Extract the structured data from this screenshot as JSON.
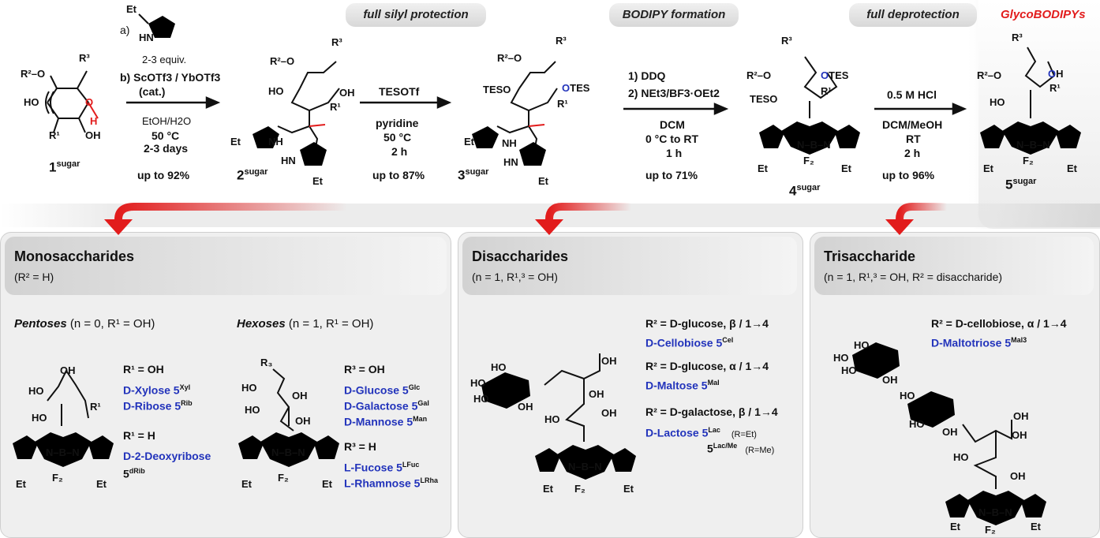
{
  "reaction": {
    "labels": {
      "pill1": "full silyl protection",
      "pill2": "BODIPY formation",
      "pill3": "full deprotection",
      "brand": "GlycoBODIPYs"
    },
    "compounds": {
      "c1": "1",
      "c2": "2",
      "c3": "3",
      "c4": "4",
      "c5": "5",
      "sup": "sugar"
    },
    "step1": {
      "a": "a)",
      "equiv": "2-3 equiv.",
      "b": "b) ScOTf3 / YbOTf3",
      "cat": "(cat.)",
      "solvent": "EtOH/H2O",
      "temp": "50 °C",
      "time": "2-3 days",
      "yield": "up to 92%"
    },
    "step2": {
      "reagent": "TESOTf",
      "solvent": "pyridine",
      "temp": "50 °C",
      "time": "2 h",
      "yield": "up to 87%"
    },
    "step3": {
      "r1": "1) DDQ",
      "r2": "2) NEt3/BF3·OEt2",
      "solvent": "DCM",
      "temp": "0 °C to RT",
      "time": "1 h",
      "yield": "up to 71%"
    },
    "step4": {
      "reagent": "0.5 M HCl",
      "solvent": "DCM/MeOH",
      "temp": "RT",
      "time": "2 h",
      "yield": "up to 96%"
    }
  },
  "panels": {
    "mono": {
      "title": "Monosaccharides",
      "subtitle": "(R² = H)",
      "pentoses": {
        "head": "Pentoses",
        "cond": "(n = 0, R¹ = OH)",
        "g1": "R¹ = OH",
        "xylose": "D-Xylose 5",
        "xylose_sup": "Xyl",
        "ribose": "D-Ribose 5",
        "ribose_sup": "Rib",
        "g2": "R¹ = H",
        "deoxy": "D-2-Deoxyribose",
        "deoxy_id": "5",
        "deoxy_sup": "dRib"
      },
      "hexoses": {
        "head": "Hexoses",
        "cond": "(n = 1, R¹ = OH)",
        "g1": "R³ = OH",
        "glucose": "D-Glucose 5",
        "glucose_sup": "Glc",
        "galactose": "D-Galactose 5",
        "galactose_sup": "Gal",
        "mannose": "D-Mannose 5",
        "mannose_sup": "Man",
        "g2": "R³ = H",
        "fucose": "L-Fucose 5",
        "fucose_sup": "LFuc",
        "rhamnose": "L-Rhamnose 5",
        "rhamnose_sup": "LRha"
      }
    },
    "di": {
      "title": "Disaccharides",
      "subtitle": "(n = 1, R¹,³ = OH)",
      "g1": "R² = D-glucose, β / 1→4",
      "cellobiose": "D-Cellobiose 5",
      "cellobiose_sup": "Cel",
      "g2": "R² = D-glucose, α / 1→4",
      "maltose": "D-Maltose 5",
      "maltose_sup": "Mal",
      "g3": "R² = D-galactose, β / 1→4",
      "lactose": "D-Lactose 5",
      "lactose_sup": "Lac",
      "lac_note": "(R=Et)",
      "lacme": "5",
      "lacme_sup": "Lac/Me",
      "lacme_note": "(R=Me)"
    },
    "tri": {
      "title": "Trisaccharide",
      "subtitle": "(n = 1, R¹,³ = OH, R² = disaccharide)",
      "g1": "R² = D-cellobiose, α / 1→4",
      "maltotriose": "D-Maltotriose 5",
      "maltotriose_sup": "Mal3"
    }
  },
  "colors": {
    "accent_red": "#e21c1c",
    "name_blue": "#2233bb",
    "panel_gray": "#efefef"
  }
}
